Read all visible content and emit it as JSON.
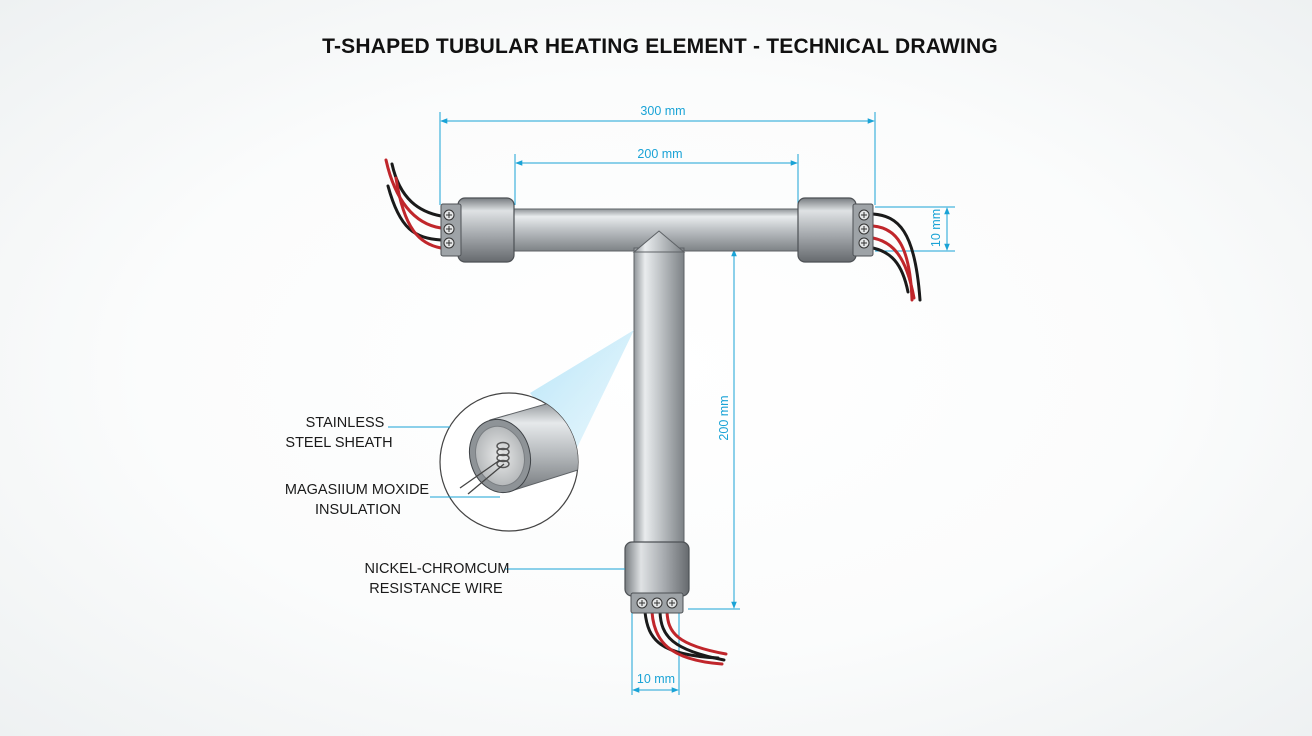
{
  "title": "T-SHAPED TUBULAR HEATING ELEMENT - TECHNICAL DRAWING",
  "dimensions": {
    "overall_width": "300 mm",
    "inner_width": "200 mm",
    "vertical_length": "200 mm",
    "tube_diameter": "10 mm",
    "bottom_terminal_width": "10 mm"
  },
  "labels": {
    "sheath": [
      "STAINLESS",
      "STEEL SHEATH"
    ],
    "insulation": [
      "MAGASIIUM MOXIDE",
      "INSULATION"
    ],
    "wire": [
      "NICKEL-CHROMCUM",
      "RESISTANCE WIRE"
    ]
  },
  "colors": {
    "dimension_line": "#1aa3d6",
    "tube_metal": "#b9bdc1",
    "wire_red": "#c0262b",
    "wire_black": "#1a1a1a"
  }
}
